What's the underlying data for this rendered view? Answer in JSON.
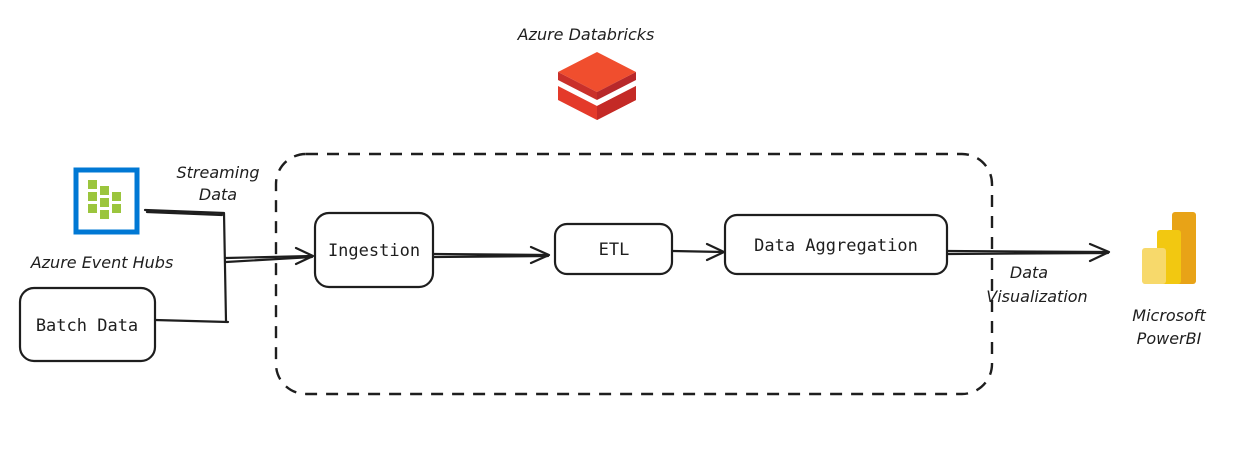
{
  "platform": {
    "label": "Azure Databricks",
    "icon": "databricks-logo-icon",
    "colors": {
      "top": "#f04e2e",
      "middle": "#e43a2a",
      "bottom": "#d8322a"
    }
  },
  "sources": {
    "event_hubs": {
      "label": "Azure Event Hubs",
      "icon": "event-hubs-icon",
      "colors": {
        "frame": "#0078d4",
        "squares": "#9bc53d"
      }
    },
    "batch": {
      "label": "Batch Data"
    },
    "streaming_label_line1": "Streaming",
    "streaming_label_line2": "Data"
  },
  "pipeline": {
    "ingestion": "Ingestion",
    "etl": "ETL",
    "aggregation": "Data Aggregation"
  },
  "output": {
    "edge_label_line1": "Data",
    "edge_label_line2": "Visualization",
    "target_line1": "Microsoft",
    "target_line2": "PowerBI",
    "icon": "powerbi-icon",
    "colors": {
      "dark": "#e8a317",
      "mid": "#f2c811",
      "light": "#f7d96b"
    }
  }
}
